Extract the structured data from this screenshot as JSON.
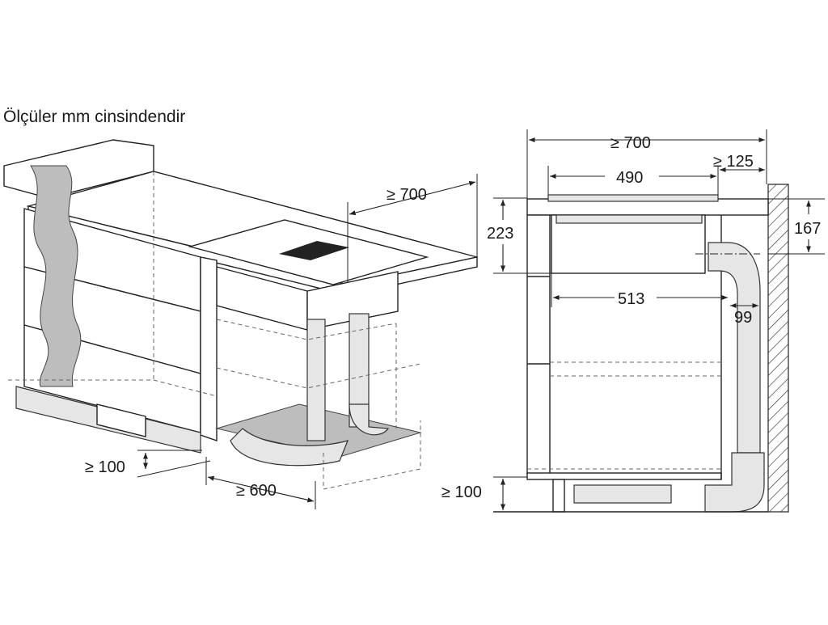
{
  "caption": "Ölçüler mm cinsindendir",
  "left_view": {
    "depth_label": "≥ 700",
    "plinth_height_label": "≥ 100",
    "cabinet_width_label": "≥ 600"
  },
  "right_view": {
    "total_depth_label": "≥ 700",
    "hob_width_label": "490",
    "rear_gap_label": "≥ 125",
    "height_223_label": "223",
    "height_167_label": "167",
    "depth_513_label": "513",
    "duct_99_label": "99",
    "plinth_height_label": "≥ 100"
  }
}
